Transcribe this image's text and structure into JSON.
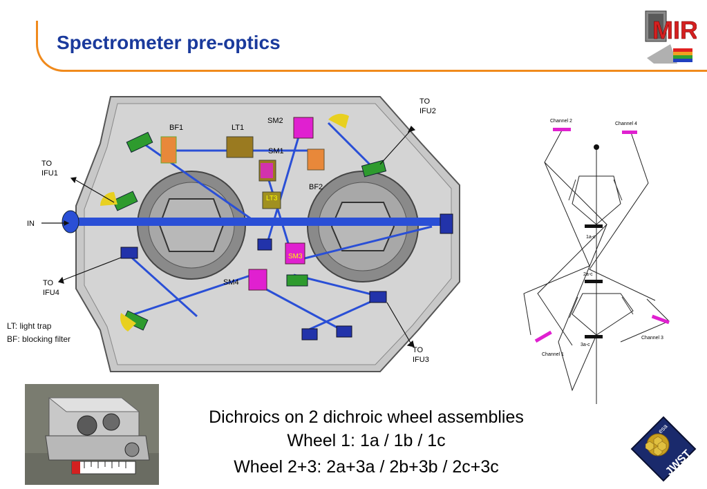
{
  "header": {
    "title": "Spectrometer pre-optics"
  },
  "diagram": {
    "labels": {
      "to_ifu1": [
        "TO",
        "IFU1"
      ],
      "to_ifu2": [
        "TO",
        "IFU2"
      ],
      "to_ifu3": [
        "TO",
        "IFU3"
      ],
      "to_ifu4": [
        "TO",
        "IFU4"
      ],
      "in": "IN",
      "bf1": "BF1",
      "bf2": "BF2",
      "lt1": "LT1",
      "lt3": "LT3",
      "sm1": "SM1",
      "sm2": "SM2",
      "sm3": "SM3",
      "sm4": "SM4"
    }
  },
  "legend": {
    "light_trap": "LT: light trap",
    "blocking_filter": "BF: blocking filter"
  },
  "channel_diagram": {
    "channel1": "Channel 1",
    "channel2": "Channel 2",
    "channel3": "Channel 3",
    "channel4": "Channel 4",
    "wheel_1ac": "1a-c",
    "wheel_2ac": "2a-c",
    "wheel_3ac": "3a-c"
  },
  "caption": {
    "line1": "Dichroics on 2 dichroic wheel assemblies",
    "line2": "Wheel 1: 1a / 1b / 1c",
    "line3": "Wheel 2+3: 2a+3a / 2b+3b / 2c+3c"
  },
  "logos": {
    "miri": "MIRI",
    "jwst": "JWST",
    "esa": "esa"
  },
  "colors": {
    "accent": "#f08a1c",
    "title": "#1a3a9c",
    "beam": "#2a4fd6",
    "magenta": "#e020d0"
  }
}
